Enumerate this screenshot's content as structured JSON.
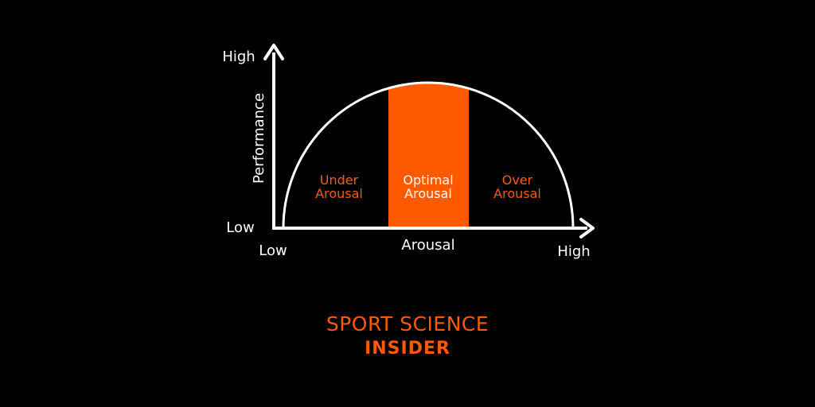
{
  "colors": {
    "background": "#000000",
    "accent": "#ff5a00",
    "foreground": "#ffffff"
  },
  "axes": {
    "y_label": "Performance",
    "y_high": "High",
    "y_low": "Low",
    "x_label": "Arousal",
    "x_low": "Low",
    "x_high": "High"
  },
  "zones": [
    {
      "line1": "Under",
      "line2": "Arousal",
      "highlighted": false
    },
    {
      "line1": "Optimal",
      "line2": "Arousal",
      "highlighted": true
    },
    {
      "line1": "Over",
      "line2": "Arousal",
      "highlighted": false
    }
  ],
  "brand": {
    "line1": "SPORT SCIENCE",
    "line2": "INSIDER"
  }
}
